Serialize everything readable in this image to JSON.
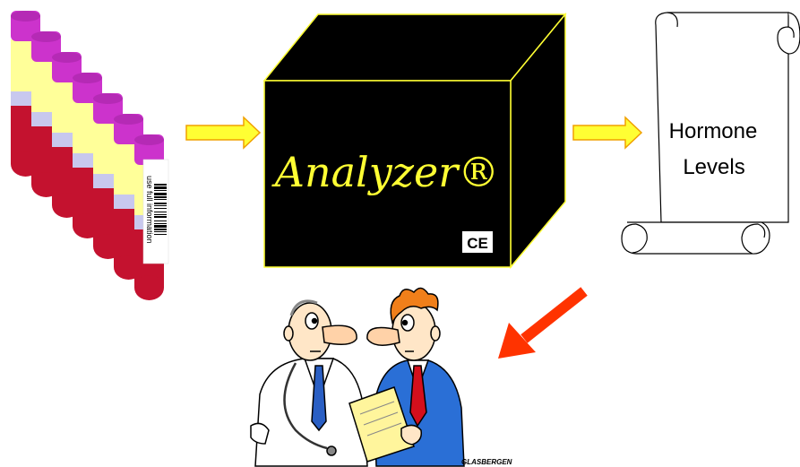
{
  "tubes": {
    "count": 7,
    "barcode_label": "use full information",
    "colors": {
      "cap": "#cc33cc",
      "top": "#ffff99",
      "band": "#c8c8ee",
      "blood": "#c4122f"
    }
  },
  "analyzer": {
    "label": "Analyzer®",
    "mark": "CE",
    "colors": {
      "body": "#000000",
      "edge": "#ffff33",
      "label": "#ffff33"
    }
  },
  "scroll": {
    "line1": "Hormone",
    "line2": "Levels"
  },
  "arrows": {
    "yellow_fill": "#ffff33",
    "yellow_stroke": "#f0a000",
    "red": "#ff3300"
  },
  "cartoon": {
    "signature": "GLASBERGEN"
  }
}
